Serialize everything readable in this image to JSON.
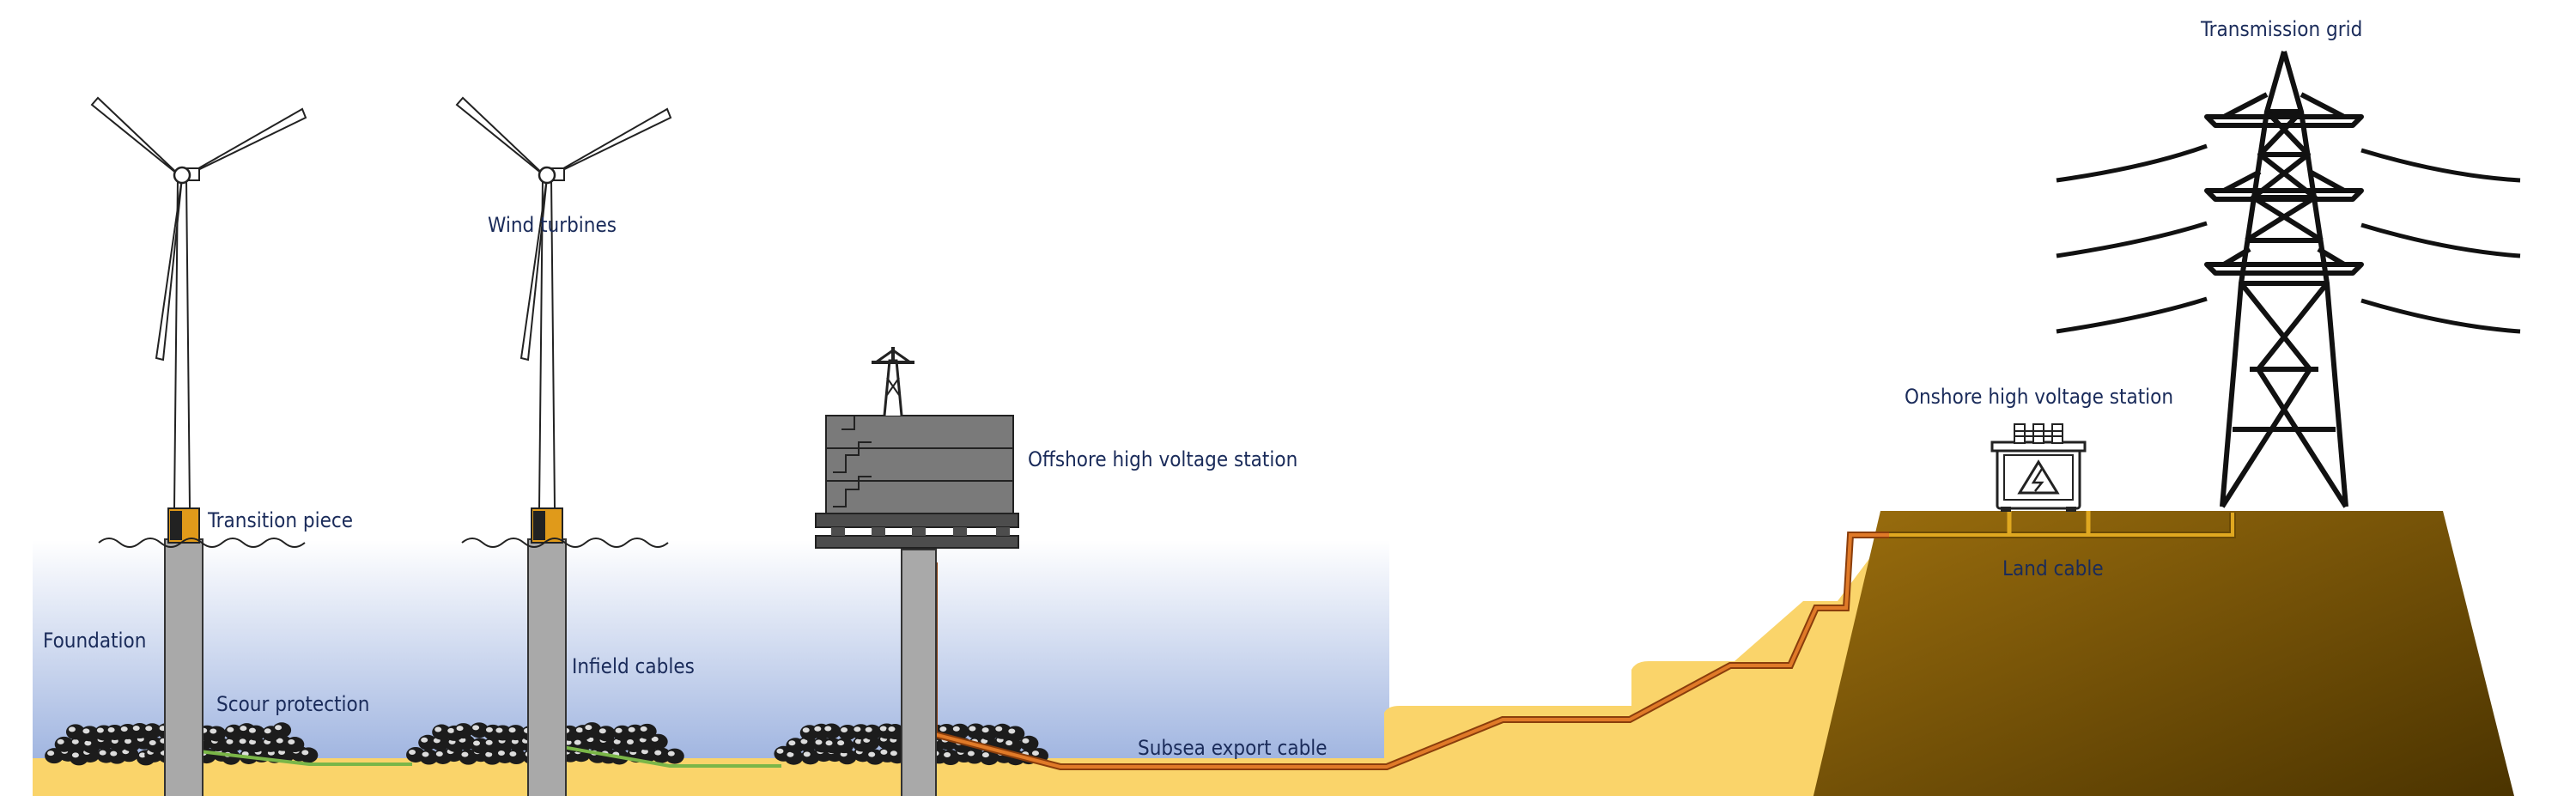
{
  "labels": {
    "transmission_grid": "Transmission grid",
    "wind_turbines": "Wind turbines",
    "offshore_station": "Offshore high voltage station",
    "onshore_station": "Onshore high voltage station",
    "transition_piece": "Transition piece",
    "foundation": "Foundation",
    "scour_protection": "Scour protection",
    "infield_cables": "Infield cables",
    "subsea_export_cable": "Subsea export cable",
    "land_cable": "Land cable"
  },
  "colors": {
    "label_text": "#1a2b5a",
    "sea_top": "#ffffff",
    "sea_bottom": "#9fb4e0",
    "sand": "#fad46a",
    "land_light": "#9b6e0e",
    "land_dark": "#4a3300",
    "export_cable": "#c8661c",
    "infield_cable": "#7ab648",
    "land_cable": "#d49a1e",
    "monopile": "#a9a9a9",
    "transition_piece": "#e09a1a",
    "rocks": "#1c1c1c"
  },
  "icons": {
    "turbine_1": "wind-turbine-icon",
    "turbine_2": "wind-turbine-icon",
    "offshore_substation": "offshore-platform-icon",
    "onshore_substation": "transformer-icon",
    "pylon": "transmission-tower-icon"
  }
}
